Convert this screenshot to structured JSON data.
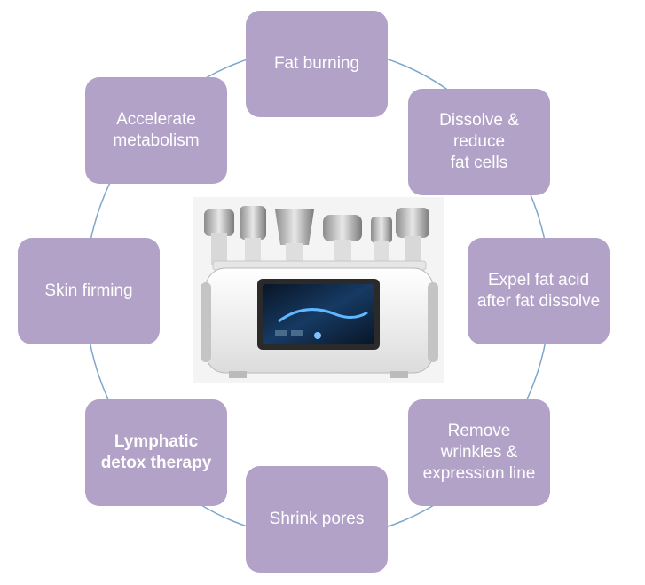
{
  "benefits": {
    "top": "Fat burning",
    "top_right": "Dissolve & reduce\nfat cells",
    "right": "Expel fat acid\nafter fat dissolve",
    "bottom_right": "Remove\nwrinkles &\nexpression line",
    "bottom": "Shrink pores",
    "bottom_left": "Lymphatic\ndetox therapy",
    "left": "Skin firming",
    "top_left": "Accelerate\nmetabolism"
  },
  "colors": {
    "box": "#b2a2c7",
    "ring": "#7fa7cc",
    "text": "#ffffff"
  },
  "device": {
    "icon": "beauty-machine-image"
  }
}
